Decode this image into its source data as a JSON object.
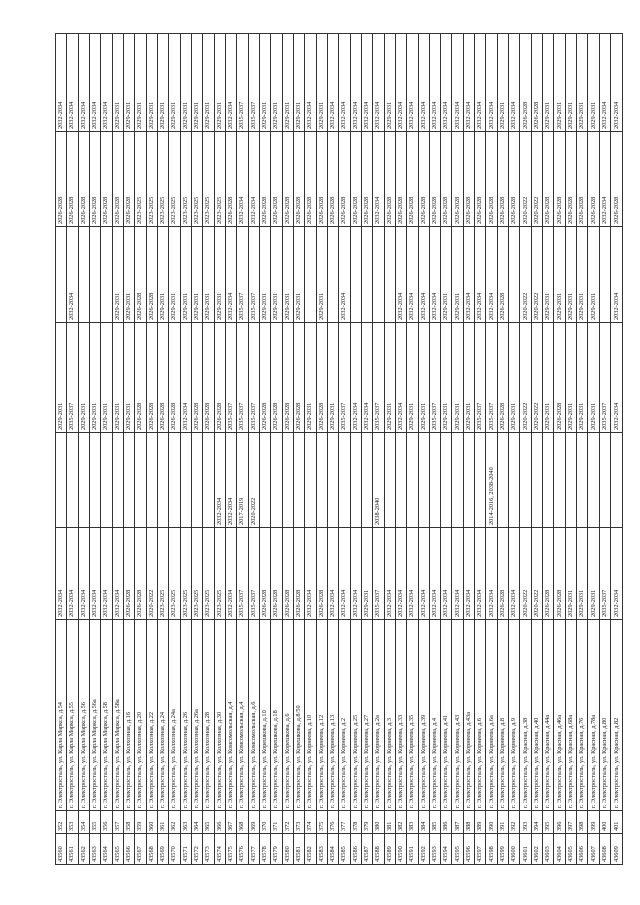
{
  "rows": [
    [
      "43560",
      "352",
      "г. Электросталь, ул. Карла Маркса, д.54",
      "2032-2034",
      "",
      "2029-2031",
      "",
      "2026-2028",
      "2032-2034"
    ],
    [
      "43561",
      "353",
      "г. Электросталь, ул. Карла Маркса, д.55",
      "2032-2034",
      "",
      "2035-2037",
      "2032-2034",
      "2026-2028",
      "2032-2034"
    ],
    [
      "43562",
      "354",
      "г. Электросталь, ул. Карла Маркса, д.56",
      "2032-2034",
      "",
      "2029-2031",
      "",
      "2026-2028",
      "2032-2034"
    ],
    [
      "43563",
      "355",
      "г. Электросталь, ул. Карла Маркса, д.56а",
      "2032-2034",
      "",
      "2029-2031",
      "",
      "2026-2028",
      "2032-2034"
    ],
    [
      "43564",
      "356",
      "г. Электросталь, ул. Карла Маркса, д.58",
      "2032-2034",
      "",
      "2029-2031",
      "",
      "2026-2028",
      "2032-2034"
    ],
    [
      "43565",
      "357",
      "г. Электросталь, ул. Карла Маркса, д.58а",
      "2032-2034",
      "",
      "2029-2031",
      "2029-2031",
      "2026-2028",
      "2029-2031"
    ],
    [
      "43566",
      "358",
      "г. Электросталь, ул. Колхозная, д.16",
      "2026-2028",
      "",
      "2029-2031",
      "2029-2031",
      "2026-2028",
      "2029-2031"
    ],
    [
      "43567",
      "359",
      "г. Электросталь, ул. Колхозная, д.20",
      "2026-2028",
      "",
      "2026-2028",
      "2026-2028",
      "2023-2025",
      "2029-2031"
    ],
    [
      "43568",
      "360",
      "г. Электросталь, ул. Колхозная, д.22",
      "2020-2022",
      "",
      "2026-2028",
      "2026-2028",
      "2023-2025",
      "2029-2031"
    ],
    [
      "43569",
      "361",
      "г. Электросталь, ул. Колхозная, д.24",
      "2023-2025",
      "",
      "2026-2028",
      "2029-2031",
      "2023-2025",
      "2029-2031"
    ],
    [
      "43570",
      "362",
      "г. Электросталь, ул. Колхозная, д.24а",
      "2023-2025",
      "",
      "2026-2028",
      "2029-2031",
      "2023-2025",
      "2029-2031"
    ],
    [
      "43571",
      "363",
      "г. Электросталь, ул. Колхозная, д.26",
      "2023-2025",
      "",
      "2032-2034",
      "2029-2031",
      "2023-2025",
      "2029-2031"
    ],
    [
      "43572",
      "364",
      "г. Электросталь, ул. Колхозная, д.26а",
      "2023-2025",
      "",
      "2026-2028",
      "2029-2031",
      "2023-2025",
      "2029-2031"
    ],
    [
      "43573",
      "365",
      "г. Электросталь, ул. Колхозная, д.28",
      "2023-2025",
      "",
      "2026-2028",
      "2029-2031",
      "2023-2025",
      "2029-2031"
    ],
    [
      "43574",
      "366",
      "г. Электросталь, ул. Колхозная, д.30",
      "2023-2025",
      "2032-2034",
      "2026-2028",
      "2029-2031",
      "2023-2025",
      "2029-2031"
    ],
    [
      "43575",
      "367",
      "г. Электросталь, ул. Комсомольская, д.4",
      "2032-2034",
      "2032-2034",
      "2035-2037",
      "2032-2034",
      "2026-2028",
      "2032-2034"
    ],
    [
      "43576",
      "368",
      "г. Электросталь, ул. Комсомольская, д.4",
      "2035-2037",
      "2017-2019",
      "2035-2037",
      "2035-2037",
      "2032-2034",
      "2035-2037"
    ],
    [
      "43577",
      "369",
      "г. Электросталь, ул. Комсомольская, д.6",
      "2035-2037",
      "2020-2022",
      "2035-2037",
      "2035-2037",
      "2032-2034",
      "2035-2037"
    ],
    [
      "43578",
      "370",
      "г. Электросталь, ул. Корешкова, д.10",
      "2026-2028",
      "",
      "2026-2028",
      "2029-2031",
      "2026-2028",
      "2029-2031"
    ],
    [
      "43579",
      "371",
      "г. Электросталь, ул. Корешкова, д.18",
      "2026-2028",
      "",
      "2026-2028",
      "2029-2031",
      "2026-2028",
      "2029-2031"
    ],
    [
      "43580",
      "372",
      "г. Электросталь, ул. Корешкова, д.6",
      "2026-2028",
      "",
      "2026-2028",
      "2029-2031",
      "2026-2028",
      "2029-2031"
    ],
    [
      "43581",
      "373",
      "г. Электросталь, ул. Корешкова, д.8/50",
      "2026-2028",
      "",
      "2026-2028",
      "2029-2031",
      "2026-2028",
      "2029-2031"
    ],
    [
      "43582",
      "374",
      "г. Электросталь, ул. Корнеева, д.10",
      "2032-2034",
      "",
      "2029-2031",
      "",
      "2026-2028",
      "2032-2034"
    ],
    [
      "43583",
      "375",
      "г. Электросталь, ул. Корнеева, д.12",
      "2026-2028",
      "",
      "2026-2028",
      "2029-2031",
      "2026-2028",
      "2029-2031"
    ],
    [
      "43584",
      "376",
      "г. Электросталь, ул. Корнеева, д.13",
      "2032-2034",
      "",
      "2029-2031",
      "",
      "2026-2028",
      "2032-2034"
    ],
    [
      "43585",
      "377",
      "г. Электросталь, ул. Корнеева, д.2",
      "2032-2034",
      "",
      "2035-2037",
      "2032-2034",
      "2026-2028",
      "2032-2034"
    ],
    [
      "43586",
      "378",
      "г. Электросталь, ул. Корнеева, д.25",
      "2032-2034",
      "",
      "2032-2034",
      "",
      "2026-2028",
      "2032-2034"
    ],
    [
      "43587",
      "379",
      "г. Электросталь, ул. Корнеева, д.27",
      "2029-2031",
      "",
      "2032-2034",
      "",
      "2026-2028",
      "2032-2034"
    ],
    [
      "43588",
      "380",
      "г. Электросталь, ул. Корнеева, д.2а",
      "2035-2037",
      "2038-2040",
      "2035-2037",
      "",
      "2032-2034",
      "2032-2034"
    ],
    [
      "43589",
      "381",
      "г. Электросталь, ул. Корнеева, д.3",
      "2032-2034",
      "",
      "2029-2031",
      "",
      "2026-2028",
      "2029-2031"
    ],
    [
      "43590",
      "382",
      "г. Электросталь, ул. Корнеева, д.33",
      "2032-2034",
      "",
      "2032-2034",
      "2032-2034",
      "2026-2028",
      "2032-2034"
    ],
    [
      "43591",
      "383",
      "г. Электросталь, ул. Корнеева, д.35",
      "2032-2034",
      "",
      "2029-2031",
      "2032-2034",
      "2026-2028",
      "2032-2034"
    ],
    [
      "43592",
      "384",
      "г. Электросталь, ул. Корнеева, д.39",
      "2032-2034",
      "",
      "2029-2031",
      "2032-2034",
      "2026-2028",
      "2032-2034"
    ],
    [
      "43593",
      "385",
      "г. Электросталь, ул. Корнеева, д.4",
      "2032-2034",
      "",
      "2035-2037",
      "2032-2034",
      "2026-2028",
      "2032-2034"
    ],
    [
      "43594",
      "386",
      "г. Электросталь, ул. Корнеева, д.41",
      "2032-2034",
      "",
      "2029-2031",
      "2029-2031",
      "2026-2028",
      "2032-2034"
    ],
    [
      "43595",
      "387",
      "г. Электросталь, ул. Корнеева, д.43",
      "2032-2034",
      "",
      "2029-2031",
      "2029-2031",
      "2026-2028",
      "2032-2034"
    ],
    [
      "43596",
      "388",
      "г. Электросталь, ул. Корнеева, д.43а",
      "2032-2034",
      "",
      "2029-2031",
      "2032-2034",
      "2026-2028",
      "2032-2034"
    ],
    [
      "43597",
      "389",
      "г. Электросталь, ул. Корнеева, д.6",
      "2032-2034",
      "",
      "2035-2037",
      "2032-2034",
      "2026-2028",
      "2032-2034"
    ],
    [
      "43598",
      "390",
      "г. Электросталь, ул. Корнеева, д.6а",
      "2032-2034",
      "2014-2016, 2038-2040",
      "2035-2037",
      "2032-2034",
      "2026-2028",
      "2032-2034"
    ],
    [
      "43599",
      "391",
      "г. Электросталь, ул. Корнеева, д.8",
      "2026-2028",
      "",
      "2026-2028",
      "2026-2028",
      "2026-2028",
      "2029-2031"
    ],
    [
      "43600",
      "392",
      "г. Электросталь, ул. Корнеева, д.9",
      "2032-2034",
      "",
      "2029-2031",
      "",
      "2026-2028",
      "2032-2034"
    ],
    [
      "43601",
      "393",
      "г. Электросталь, ул. Красная, д.38",
      "2020-2022",
      "",
      "2020-2022",
      "2020-2022",
      "2020-2022",
      "2026-2028"
    ],
    [
      "43602",
      "394",
      "г. Электросталь, ул. Красная, д.40",
      "2020-2022",
      "",
      "2020-2022",
      "2020-2022",
      "2020-2022",
      "2026-2028"
    ],
    [
      "43603",
      "395",
      "г. Электросталь, ул. Красная, д.44а",
      "2026-2028",
      "",
      "2029-2031",
      "2029-2031",
      "2026-2028",
      "2029-2031"
    ],
    [
      "43604",
      "396",
      "г. Электросталь, ул. Красная, д.46а",
      "2026-2028",
      "",
      "2026-2028",
      "2029-2031",
      "2026-2028",
      "2029-2031"
    ],
    [
      "43605",
      "397",
      "г. Электросталь, ул. Красная, д.68а",
      "2029-2031",
      "",
      "2029-2031",
      "2029-2031",
      "2026-2028",
      "2029-2031"
    ],
    [
      "43606",
      "398",
      "г. Электросталь, ул. Красная, д.76",
      "2029-2031",
      "",
      "2029-2031",
      "2029-2031",
      "2026-2028",
      "2029-2031"
    ],
    [
      "43607",
      "399",
      "г. Электросталь, ул. Красная, д.78а",
      "2029-2031",
      "",
      "2029-2031",
      "2029-2031",
      "2026-2028",
      "2029-2031"
    ],
    [
      "43608",
      "400",
      "г. Электросталь, ул. Красная, д.80",
      "2035-2037",
      "",
      "2035-2037",
      "",
      "2032-2034",
      "2032-2034"
    ],
    [
      "43609",
      "401",
      "г. Электросталь, ул. Красная, д.82",
      "2032-2034",
      "",
      "2032-2034",
      "2032-2034",
      "2026-2028",
      "2032-2034"
    ]
  ]
}
